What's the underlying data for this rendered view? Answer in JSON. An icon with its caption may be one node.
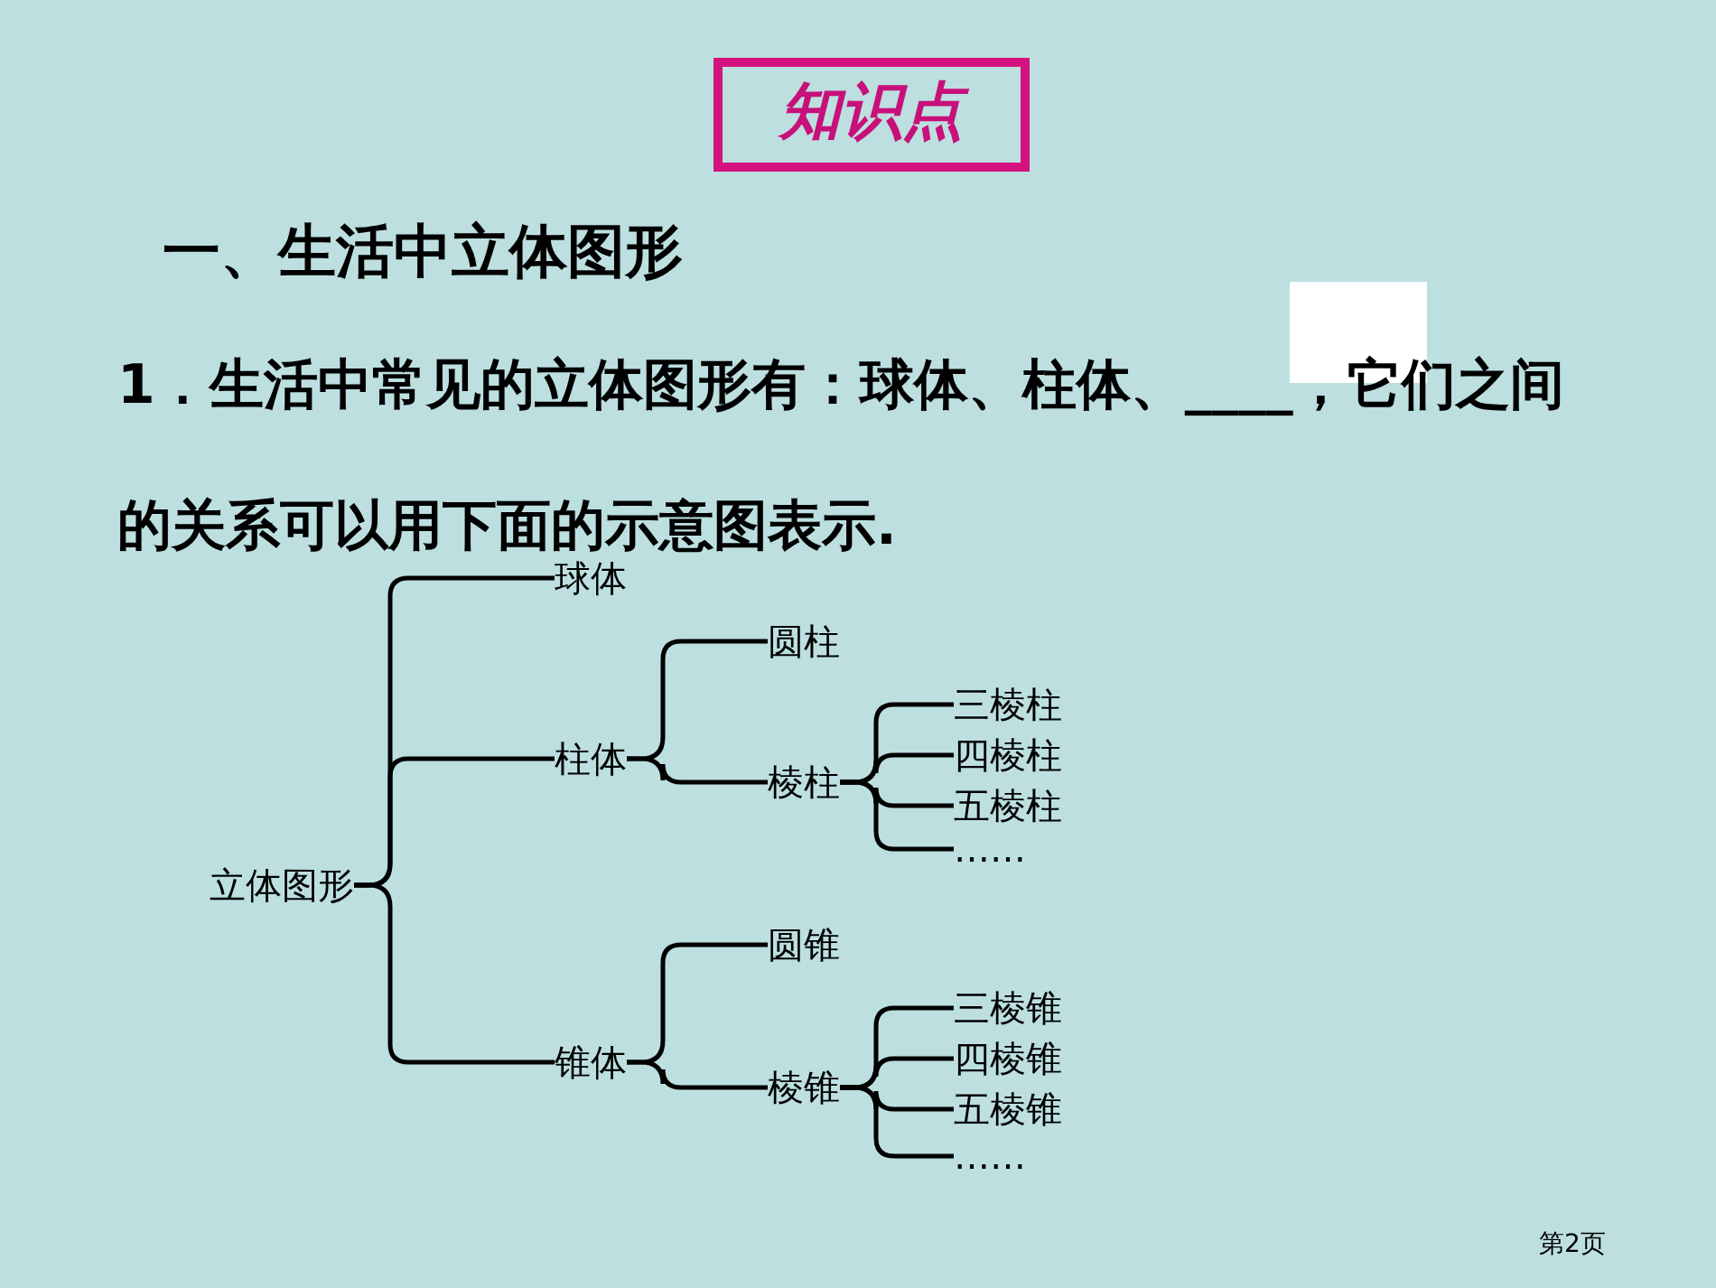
{
  "diagram": {
    "nodes": [
      {
        "text": [
          "知识点"
        ]
      },
      {
        "text": [
          "立体图形"
        ]
      },
      {
        "text": [
          "球体"
        ]
      },
      {
        "text": [
          "柱体"
        ]
      },
      {
        "text": [
          "圆柱"
        ]
      },
      {
        "text": [
          "棱柱"
        ]
      },
      {
        "text": [
          "三棱柱"
        ]
      },
      {
        "text": [
          "四棱柱"
        ]
      },
      {
        "text": [
          "五棱柱"
        ]
      },
      {
        "text": [
          "……"
        ]
      },
      {
        "text": [
          "锥体"
        ]
      },
      {
        "text": [
          "圆锥"
        ]
      },
      {
        "text": [
          "棱锥"
        ]
      },
      {
        "text": [
          "三棱锥"
        ]
      },
      {
        "text": [
          "四棱锥"
        ]
      },
      {
        "text": [
          "五棱锥"
        ]
      },
      {
        "text": [
          "……"
        ]
      }
    ],
    "edges": [
      {
        "from": 1,
        "to": 2,
        "arrow": "none"
      },
      {
        "from": 1,
        "to": 3,
        "arrow": "none"
      },
      {
        "from": 1,
        "to": 10,
        "arrow": "none"
      },
      {
        "from": 3,
        "to": 4,
        "arrow": "none"
      },
      {
        "from": 3,
        "to": 5,
        "arrow": "none"
      },
      {
        "from": 5,
        "to": 6,
        "arrow": "none"
      },
      {
        "from": 5,
        "to": 7,
        "arrow": "none"
      },
      {
        "from": 5,
        "to": 8,
        "arrow": "none"
      },
      {
        "from": 5,
        "to": 9,
        "arrow": "none"
      },
      {
        "from": 10,
        "to": 11,
        "arrow": "none"
      },
      {
        "from": 10,
        "to": 12,
        "arrow": "none"
      },
      {
        "from": 12,
        "to": 13,
        "arrow": "none"
      },
      {
        "from": 12,
        "to": 14,
        "arrow": "none"
      },
      {
        "from": 12,
        "to": 15,
        "arrow": "none"
      },
      {
        "from": 12,
        "to": 16,
        "arrow": "none"
      }
    ],
    "labels": [
      "一、生活中立体图形",
      "1．生活中常见的立体图形有：球体、柱体、____，它们之间的关系可以用下面的示意图表示.",
      "第2页"
    ]
  }
}
